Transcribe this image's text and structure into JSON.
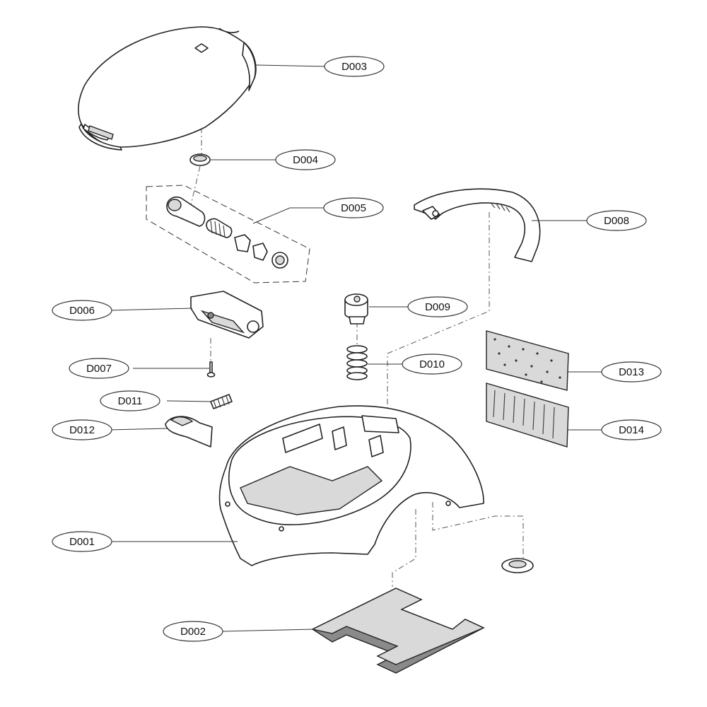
{
  "diagram": {
    "type": "exploded-parts-view",
    "callouts": [
      {
        "id": "D001",
        "label": "D001"
      },
      {
        "id": "D002",
        "label": "D002"
      },
      {
        "id": "D003",
        "label": "D003"
      },
      {
        "id": "D004",
        "label": "D004"
      },
      {
        "id": "D005",
        "label": "D005"
      },
      {
        "id": "D006",
        "label": "D006"
      },
      {
        "id": "D007",
        "label": "D007"
      },
      {
        "id": "D008",
        "label": "D008"
      },
      {
        "id": "D009",
        "label": "D009"
      },
      {
        "id": "D010",
        "label": "D010"
      },
      {
        "id": "D011",
        "label": "D011"
      },
      {
        "id": "D012",
        "label": "D012"
      },
      {
        "id": "D013",
        "label": "D013"
      },
      {
        "id": "D014",
        "label": "D014"
      }
    ]
  }
}
